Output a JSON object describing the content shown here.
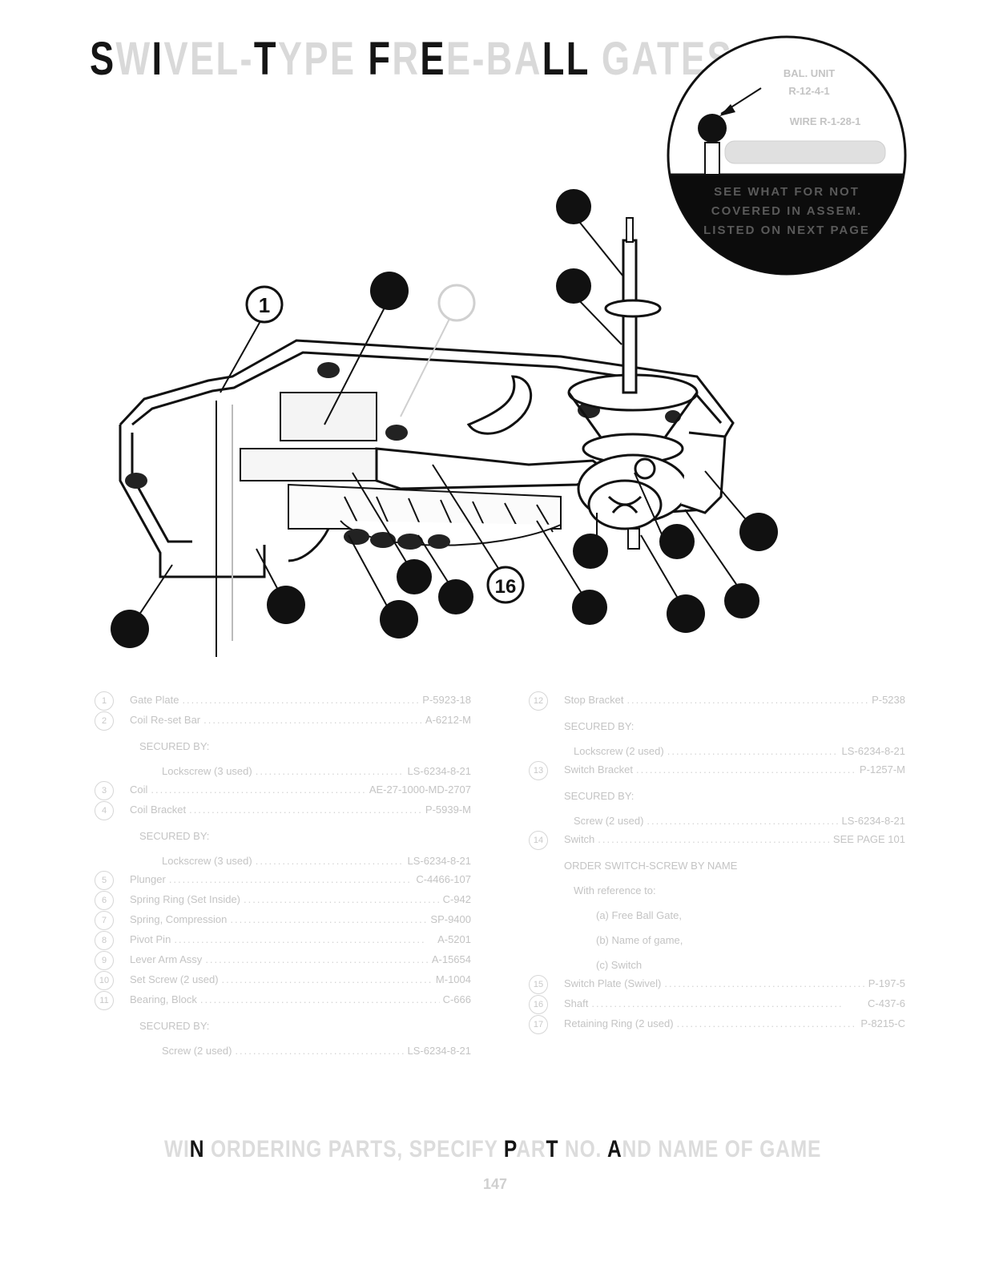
{
  "page": {
    "title_segments": [
      {
        "text": "S",
        "faded": false
      },
      {
        "text": "W",
        "faded": true
      },
      {
        "text": "I",
        "faded": false
      },
      {
        "text": "VEL-",
        "faded": true
      },
      {
        "text": "T",
        "faded": false
      },
      {
        "text": "YPE ",
        "faded": true
      },
      {
        "text": "F",
        "faded": false
      },
      {
        "text": "R",
        "faded": true
      },
      {
        "text": "E",
        "faded": false
      },
      {
        "text": "E-BA",
        "faded": true
      },
      {
        "text": "LL",
        "faded": false
      },
      {
        "text": " GATES",
        "faded": true
      }
    ],
    "footer_segments": [
      {
        "text": "WI",
        "faded": true
      },
      {
        "text": "N",
        "faded": false
      },
      {
        "text": " ORDERING PARTS, SPECIFY ",
        "faded": true
      },
      {
        "text": "P",
        "faded": false
      },
      {
        "text": "AR",
        "faded": true
      },
      {
        "text": "T",
        "faded": false
      },
      {
        "text": " NO. ",
        "faded": true
      },
      {
        "text": "A",
        "faded": false
      },
      {
        "text": "ND NAME OF GAME",
        "faded": true
      }
    ],
    "page_number": "147"
  },
  "inset": {
    "lines": [
      "BAL. UNIT",
      "R-12-4-1",
      "WIRE R-1-28-1"
    ],
    "note": "SEE WHAT FOR NOT COVERED IN ASSEM. LISTED ON NEXT PAGE"
  },
  "callouts": {
    "c1": "1",
    "c16": "16"
  },
  "parts_left": [
    {
      "num": "1",
      "name": "Gate Plate",
      "part_no": "P-5923-18",
      "indent": 0
    },
    {
      "num": "2",
      "name": "Coil Re-set Bar",
      "part_no": "A-6212-M",
      "indent": 0
    },
    {
      "num": "",
      "name": "SECURED BY:",
      "part_no": "",
      "indent": 1
    },
    {
      "num": "",
      "name": "Lockscrew (3 used)",
      "part_no": "LS-6234-8-21",
      "indent": 2
    },
    {
      "num": "3",
      "name": "Coil",
      "part_no": "AE-27-1000-MD-2707",
      "indent": 0
    },
    {
      "num": "4",
      "name": "Coil Bracket",
      "part_no": "P-5939-M",
      "indent": 0
    },
    {
      "num": "",
      "name": "SECURED BY:",
      "part_no": "",
      "indent": 1
    },
    {
      "num": "",
      "name": "Lockscrew (3 used)",
      "part_no": "LS-6234-8-21",
      "indent": 2
    },
    {
      "num": "5",
      "name": "Plunger",
      "part_no": "C-4466-107",
      "indent": 0
    },
    {
      "num": "6",
      "name": "Spring Ring (Set Inside)",
      "part_no": "C-942",
      "indent": 0
    },
    {
      "num": "7",
      "name": "Spring, Compression",
      "part_no": "SP-9400",
      "indent": 0
    },
    {
      "num": "8",
      "name": "Pivot Pin",
      "part_no": "A-5201",
      "indent": 0
    },
    {
      "num": "9",
      "name": "Lever Arm Assy",
      "part_no": "A-15654",
      "indent": 0
    },
    {
      "num": "10",
      "name": "Set Screw (2 used)",
      "part_no": "M-1004",
      "indent": 0
    },
    {
      "num": "11",
      "name": "Bearing, Block",
      "part_no": "C-666",
      "indent": 0
    },
    {
      "num": "",
      "name": "SECURED BY:",
      "part_no": "",
      "indent": 1
    },
    {
      "num": "",
      "name": "Screw (2 used)",
      "part_no": "LS-6234-8-21",
      "indent": 2
    }
  ],
  "parts_right": [
    {
      "num": "12",
      "name": "Stop Bracket",
      "part_no": "P-5238",
      "indent": 0
    },
    {
      "num": "",
      "name": "SECURED BY:",
      "part_no": "",
      "indent": 0
    },
    {
      "num": "",
      "name": "Lockscrew (2 used)",
      "part_no": "LS-6234-8-21",
      "indent": 1
    },
    {
      "num": "13",
      "name": "Switch Bracket",
      "part_no": "P-1257-M",
      "indent": 0
    },
    {
      "num": "",
      "name": "SECURED BY:",
      "part_no": "",
      "indent": 0
    },
    {
      "num": "",
      "name": "Screw (2 used)",
      "part_no": "LS-6234-8-21",
      "indent": 1
    },
    {
      "num": "14",
      "name": "Switch",
      "part_no": "SEE PAGE 101",
      "indent": 0
    },
    {
      "num": "",
      "name": "ORDER SWITCH-SCREW BY NAME",
      "part_no": "",
      "indent": 0
    },
    {
      "num": "",
      "name": "With reference to:",
      "part_no": "",
      "indent": 1
    },
    {
      "num": "",
      "name": "(a) Free Ball Gate,",
      "part_no": "",
      "indent": 2
    },
    {
      "num": "",
      "name": "(b) Name of game,",
      "part_no": "",
      "indent": 2
    },
    {
      "num": "",
      "name": "(c) Switch",
      "part_no": "",
      "indent": 2
    },
    {
      "num": "15",
      "name": "Switch Plate (Swivel)",
      "part_no": "P-197-5",
      "indent": 0
    },
    {
      "num": "16",
      "name": "Shaft",
      "part_no": "C-437-6",
      "indent": 0
    },
    {
      "num": "17",
      "name": "Retaining Ring (2 used)",
      "part_no": "P-8215-C",
      "indent": 0
    }
  ]
}
